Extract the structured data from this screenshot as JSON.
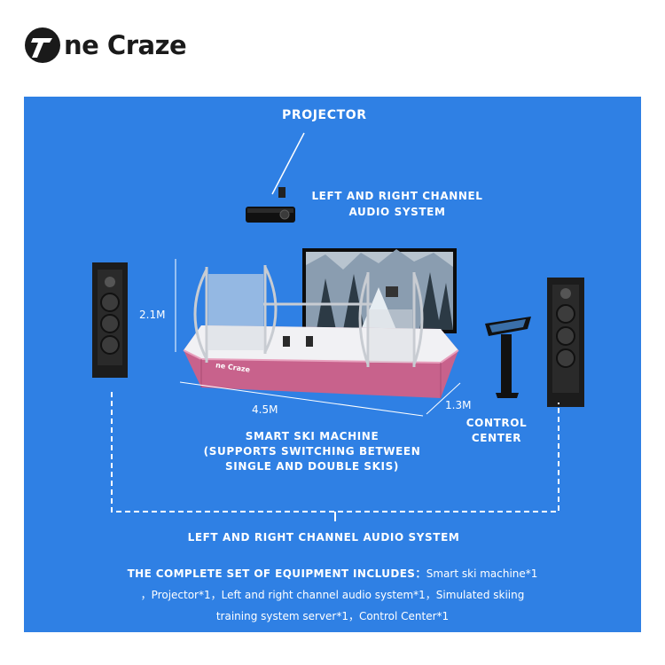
{
  "brand": {
    "name": "ne Craze",
    "platform_logo": "ne Craze"
  },
  "labels": {
    "projector": "PROJECTOR",
    "top_audio_line1": "LEFT AND RIGHT CHANNEL",
    "top_audio_line2": "AUDIO SYSTEM",
    "height": "2.1M",
    "length": "4.5M",
    "width": "1.3M",
    "control_line1": "CONTROL",
    "control_line2": "CENTER",
    "machine_line1": "SMART SKI MACHINE",
    "machine_line2": "(SUPPORTS SWITCHING BETWEEN",
    "machine_line3": "SINGLE AND DOUBLE SKIS)",
    "bottom_audio": "LEFT AND RIGHT CHANNEL AUDIO SYSTEM"
  },
  "equipment": {
    "heading": "THE COMPLETE SET OF EQUIPMENT INCLUDES：",
    "line1_rest": "Smart ski machine*1",
    "line2": "，Projector*1，Left and right channel audio system*1，Simulated skiing",
    "line3": "training system server*1，Control Center*1"
  },
  "colors": {
    "panel": "#2f80e4",
    "platform": "#c8628c"
  }
}
